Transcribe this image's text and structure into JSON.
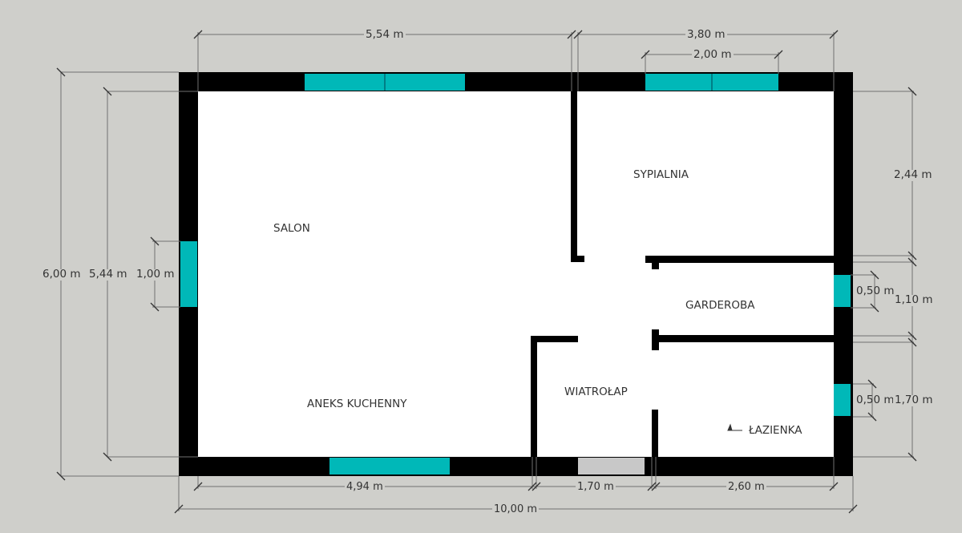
{
  "colors": {
    "background": "#cfcfcb",
    "wall": "#000000",
    "floor": "#ffffff",
    "window": "#00b8b8",
    "door_opening": "#c8c8c8",
    "dimension_line": "#707070",
    "text": "#333333"
  },
  "rooms": [
    {
      "name": "SALON"
    },
    {
      "name": "ANEKS KUCHENNY"
    },
    {
      "name": "SYPIALNIA"
    },
    {
      "name": "GARDEROBA"
    },
    {
      "name": "WIATROŁAP"
    },
    {
      "name": "ŁAZIENKA"
    }
  ],
  "dimensions": {
    "top": [
      {
        "label": "5,54 m"
      },
      {
        "label": "3,80 m"
      },
      {
        "label": "2,00 m"
      }
    ],
    "left": [
      {
        "label": "6,00 m"
      },
      {
        "label": "5,44 m"
      },
      {
        "label": "1,00 m"
      }
    ],
    "right": [
      {
        "label": "2,44 m"
      },
      {
        "label": "0,50 m"
      },
      {
        "label": "1,10 m"
      },
      {
        "label": "0,50 m"
      },
      {
        "label": "1,70 m"
      }
    ],
    "bottom": [
      {
        "label": "4,94 m"
      },
      {
        "label": "1,70 m"
      },
      {
        "label": "2,60 m"
      },
      {
        "label": "10,00 m"
      }
    ]
  }
}
